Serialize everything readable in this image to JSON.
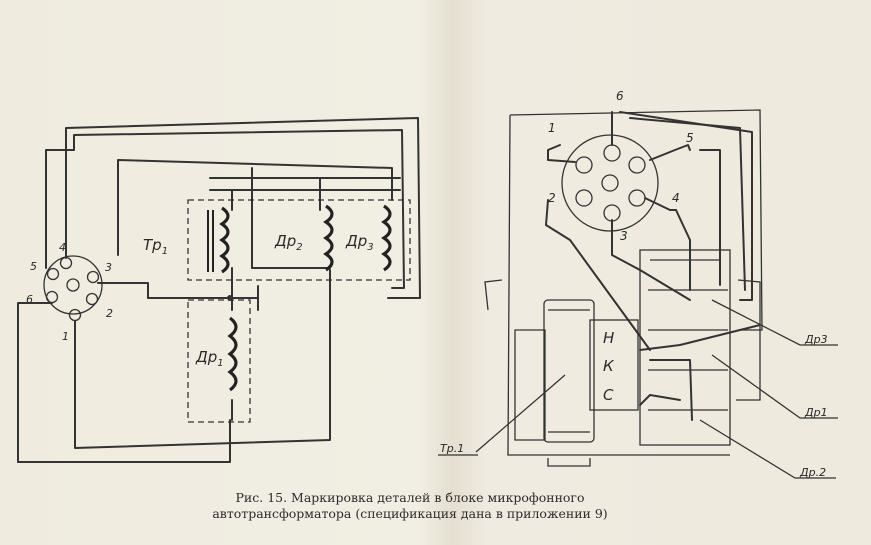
{
  "left_diagram": {
    "tr1_label": "Тр",
    "tr1_sub": "1",
    "dr1_label": "Др",
    "dr1_sub": "1",
    "dr2_label": "Др",
    "dr2_sub": "2",
    "dr3_label": "Др",
    "dr3_sub": "3",
    "pins": [
      "1",
      "2",
      "3",
      "4",
      "5",
      "6"
    ]
  },
  "right_diagram": {
    "pins": [
      "1",
      "2",
      "3",
      "4",
      "5",
      "6"
    ],
    "nks_letters": [
      "Н",
      "К",
      "С"
    ],
    "tr1_label": "Тр.1",
    "dr3_label": "Др3",
    "dr1_label": "Др1",
    "dr2_label": "Др.2"
  },
  "caption": {
    "line1": "Рис. 15. Маркировка деталей в блоке микрофонного",
    "line2": "автотрансформатора (спецификация дана в приложении 9)"
  }
}
